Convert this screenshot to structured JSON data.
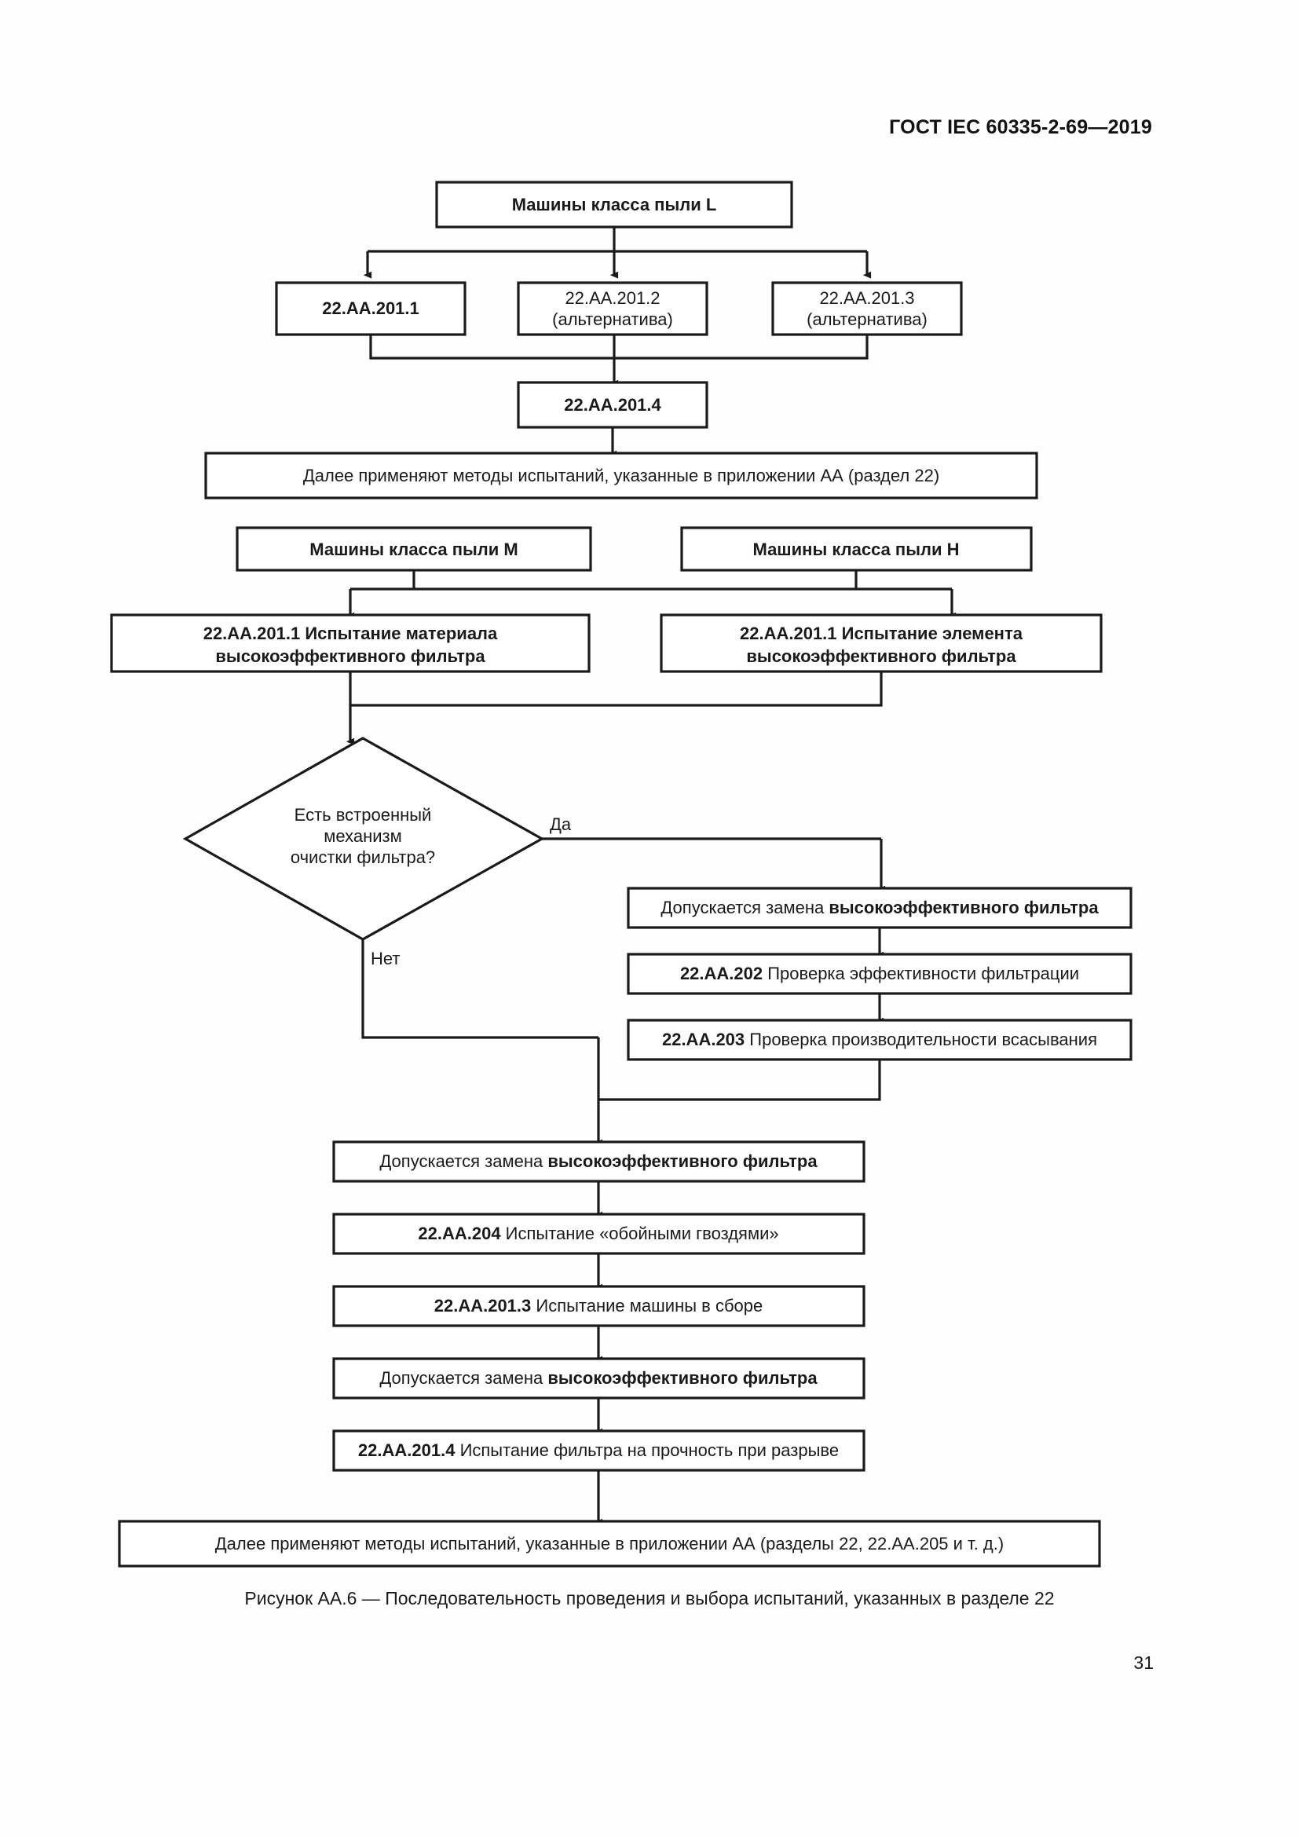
{
  "document": {
    "header": "ГОСТ IEC 60335-2-69—2019",
    "page_number": "31",
    "figure_caption": "Рисунок АА.6 — Последовательность проведения и выбора испытаний, указанных в разделе 22"
  },
  "colors": {
    "ink": "#1a1a1a",
    "paper": "#ffffff"
  },
  "chart_data": {
    "type": "diagram",
    "title": "Рисунок АА.6 — Последовательность проведения и выбора испытаний, указанных в разделе 22",
    "nodes": [
      {
        "id": "l_class",
        "shape": "box",
        "text": "Машины класса пыли L",
        "bold": true
      },
      {
        "id": "aa20111",
        "shape": "box",
        "text": "22.АА.201.1",
        "bold": true
      },
      {
        "id": "aa20112",
        "shape": "box",
        "text_line1": "22.АА.201.2",
        "text_line2": "(альтернатива)",
        "bold": false
      },
      {
        "id": "aa20113",
        "shape": "box",
        "text_line1": "22.АА.201.3",
        "text_line2": "(альтернатива)",
        "bold": false
      },
      {
        "id": "aa20114",
        "shape": "box",
        "text": "22.АА.201.4",
        "bold": true
      },
      {
        "id": "further_l",
        "shape": "box",
        "text": "Далее применяют методы испытаний, указанные в приложении АА (раздел 22)"
      },
      {
        "id": "m_class",
        "shape": "box",
        "text": "Машины класса пыли М",
        "bold": true
      },
      {
        "id": "h_class",
        "shape": "box",
        "text": "Машины класса пыли Н",
        "bold": true
      },
      {
        "id": "m_test",
        "shape": "box",
        "text_line1": "22.АА.201.1 Испытание материала",
        "text_line2": "высокоэффективного фильтра",
        "bold": true
      },
      {
        "id": "h_test",
        "shape": "box",
        "text_line1": "22.АА.201.1 Испытание элемента",
        "text_line2": "высокоэффективного фильтра",
        "bold": true
      },
      {
        "id": "decision",
        "shape": "diamond",
        "text_line1": "Есть встроенный",
        "text_line2": "механизм",
        "text_line3": "очистки фильтра?"
      },
      {
        "id": "replace_1",
        "shape": "box",
        "text_plain": "Допускается замена ",
        "text_bold": "высокоэффективного фильтра"
      },
      {
        "id": "aa202",
        "shape": "box",
        "text_bold": "22.АА.202",
        "text_plain": " Проверка эффективности фильтрации"
      },
      {
        "id": "aa203",
        "shape": "box",
        "text_bold": "22.АА.203",
        "text_plain": " Проверка производительности всасывания"
      },
      {
        "id": "replace_2",
        "shape": "box",
        "text_plain": "Допускается замена ",
        "text_bold": "высокоэффективного фильтра"
      },
      {
        "id": "aa204",
        "shape": "box",
        "text_bold": "22.АА.204",
        "text_plain": " Испытание «обойными гвоздями»"
      },
      {
        "id": "aa20113b",
        "shape": "box",
        "text_bold": "22.АА.201.3",
        "text_plain": " Испытание машины в сборе"
      },
      {
        "id": "replace_3",
        "shape": "box",
        "text_plain": "Допускается замена ",
        "text_bold": "высокоэффективного фильтра"
      },
      {
        "id": "aa20114b",
        "shape": "box",
        "text_bold": "22.АА.201.4",
        "text_plain": " Испытание фильтра на прочность при разрыве"
      },
      {
        "id": "further_mh",
        "shape": "box",
        "text": "Далее применяют методы испытаний, указанные в приложении АА (разделы 22, 22.АА.205 и т. д.)"
      }
    ],
    "edge_labels": {
      "yes": "Да",
      "no": "Нет"
    },
    "edges": [
      {
        "from": "l_class",
        "to": "aa20111"
      },
      {
        "from": "l_class",
        "to": "aa20112"
      },
      {
        "from": "l_class",
        "to": "aa20113"
      },
      {
        "from": "aa20112",
        "to": "aa20114"
      },
      {
        "from": "aa20111",
        "to": "aa20114"
      },
      {
        "from": "aa20113",
        "to": "aa20114"
      },
      {
        "from": "aa20114",
        "to": "further_l"
      },
      {
        "from": "m_class",
        "to": "m_test"
      },
      {
        "from": "h_class",
        "to": "h_test"
      },
      {
        "from": "m_test",
        "to": "decision"
      },
      {
        "from": "h_test",
        "to": "decision"
      },
      {
        "from": "decision",
        "to": "replace_1",
        "label": "Да"
      },
      {
        "from": "decision",
        "to": "replace_2",
        "label": "Нет"
      },
      {
        "from": "replace_1",
        "to": "aa202"
      },
      {
        "from": "aa202",
        "to": "aa203"
      },
      {
        "from": "aa203",
        "to": "replace_2"
      },
      {
        "from": "replace_2",
        "to": "aa204"
      },
      {
        "from": "aa204",
        "to": "aa20113b"
      },
      {
        "from": "aa20113b",
        "to": "replace_3"
      },
      {
        "from": "replace_3",
        "to": "aa20114b"
      },
      {
        "from": "aa20114b",
        "to": "further_mh"
      }
    ]
  }
}
